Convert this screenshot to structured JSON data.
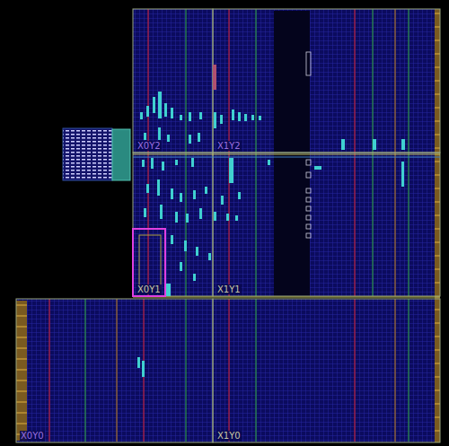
{
  "diagram": {
    "nodes": [
      {
        "text": [
          "X0Y2"
        ]
      },
      {
        "text": [
          "X1Y2"
        ]
      },
      {
        "text": [
          "X0Y1"
        ]
      },
      {
        "text": [
          "X1Y1"
        ]
      },
      {
        "text": [
          "X0Y0"
        ]
      },
      {
        "text": [
          "X1Y0"
        ]
      }
    ]
  }
}
